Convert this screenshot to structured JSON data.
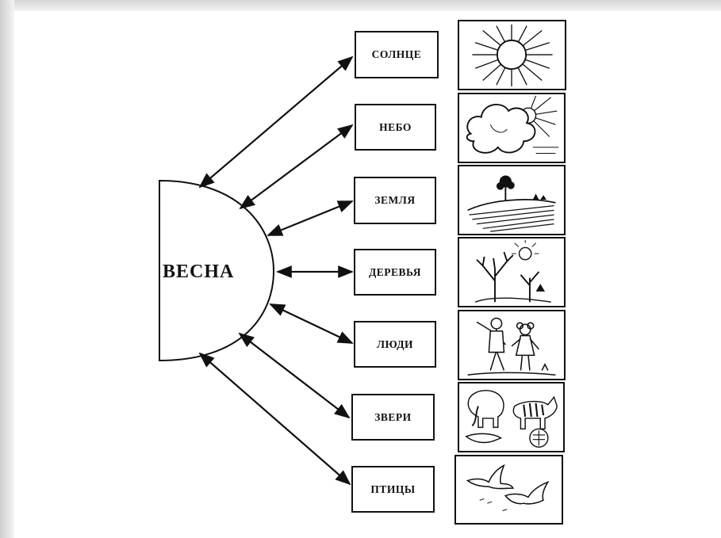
{
  "center": {
    "title": "ВЕСНА"
  },
  "items": [
    {
      "label": "СОЛНЦЕ",
      "icon": "sun-icon"
    },
    {
      "label": "НЕБО",
      "icon": "cloud-sun-icon"
    },
    {
      "label": "ЗЕМЛЯ",
      "icon": "field-tree-icon"
    },
    {
      "label": "ДЕРЕВЬЯ",
      "icon": "trees-icon"
    },
    {
      "label": "ЛЮДИ",
      "icon": "children-icon"
    },
    {
      "label": "ЗВЕРИ",
      "icon": "animals-icon"
    },
    {
      "label": "ПТИЦЫ",
      "icon": "birds-icon"
    }
  ]
}
